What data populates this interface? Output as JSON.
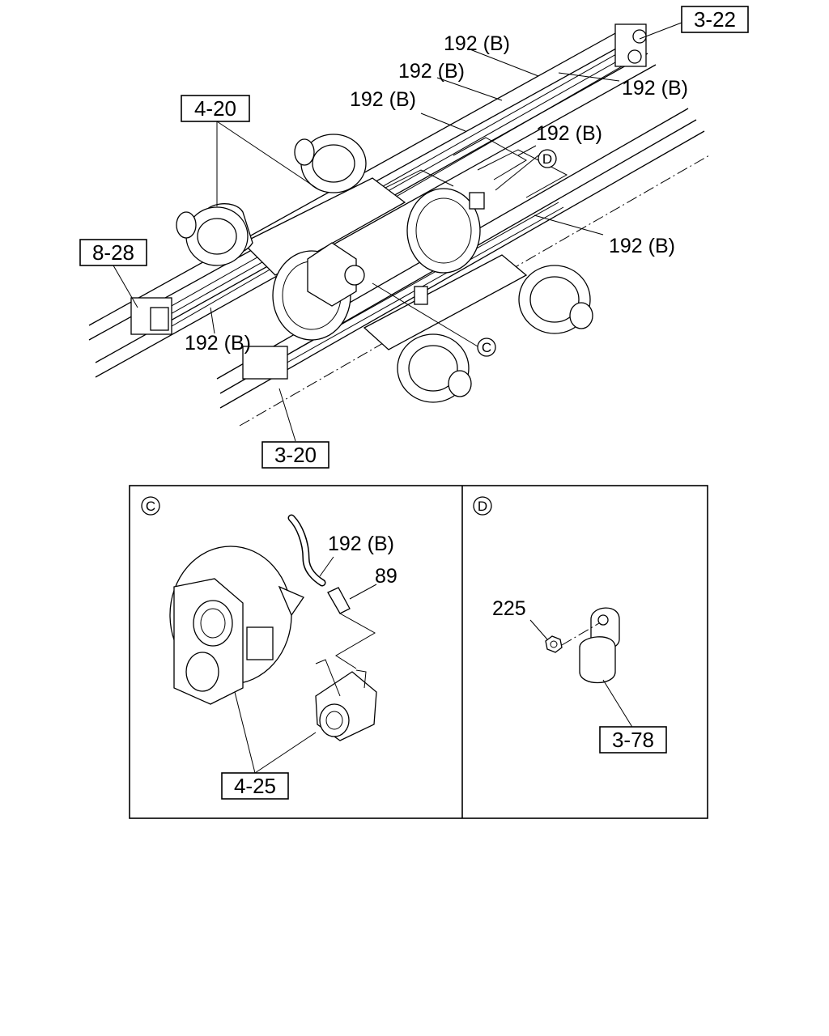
{
  "refs": {
    "r1": "3-22",
    "r2": "4-20",
    "r3": "8-28",
    "r4": "3-20",
    "r5": "4-25",
    "r6": "3-78"
  },
  "parts": {
    "hose": "192 (B)",
    "part89": "89",
    "part225": "225"
  },
  "details": {
    "c": "C",
    "d": "D"
  }
}
